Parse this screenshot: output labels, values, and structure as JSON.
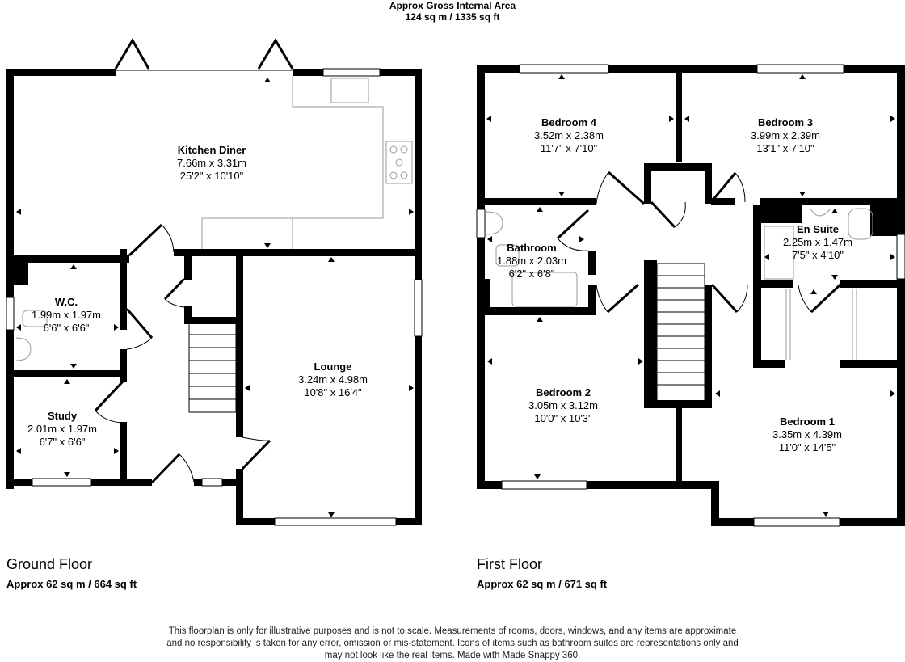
{
  "header": {
    "line1": "Approx Gross Internal Area",
    "line2": "124 sq m / 1335 sq ft"
  },
  "ground_floor": {
    "name": "Ground Floor",
    "area": "Approx 62 sq m / 664 sq ft",
    "rooms": [
      {
        "name": "Kitchen Diner",
        "metric": "7.66m x 3.31m",
        "imperial": "25'2\" x 10'10\""
      },
      {
        "name": "W.C.",
        "metric": "1.99m x 1.97m",
        "imperial": "6'6\" x 6'6\""
      },
      {
        "name": "Study",
        "metric": "2.01m x 1.97m",
        "imperial": "6'7\" x 6'6\""
      },
      {
        "name": "Lounge",
        "metric": "3.24m x 4.98m",
        "imperial": "10'8\" x 16'4\""
      }
    ]
  },
  "first_floor": {
    "name": "First Floor",
    "area": "Approx 62 sq m / 671 sq ft",
    "rooms": [
      {
        "name": "Bedroom 4",
        "metric": "3.52m x 2.38m",
        "imperial": "11'7\" x 7'10\""
      },
      {
        "name": "Bedroom 3",
        "metric": "3.99m x 2.39m",
        "imperial": "13'1\" x 7'10\""
      },
      {
        "name": "Bathroom",
        "metric": "1.88m x 2.03m",
        "imperial": "6'2\" x 6'8\""
      },
      {
        "name": "En Suite",
        "metric": "2.25m x 1.47m",
        "imperial": "7'5\" x 4'10\""
      },
      {
        "name": "Bedroom 2",
        "metric": "3.05m x 3.12m",
        "imperial": "10'0\" x 10'3\""
      },
      {
        "name": "Bedroom 1",
        "metric": "3.35m x 4.39m",
        "imperial": "11'0\" x 14'5\""
      }
    ]
  },
  "disclaimer": {
    "line1": "This floorplan is only for illustrative purposes and is not to scale. Measurements of rooms, doors, windows, and any items are approximate",
    "line2": "and no responsibility is taken for any error, omission or mis-statement. Icons of items such as bathroom suites are representations only and",
    "line3": "may not look like the real items. Made with Made Snappy 360."
  },
  "colors": {
    "wall": "#000000",
    "fixture": "#9a9a9a",
    "background": "#ffffff"
  }
}
